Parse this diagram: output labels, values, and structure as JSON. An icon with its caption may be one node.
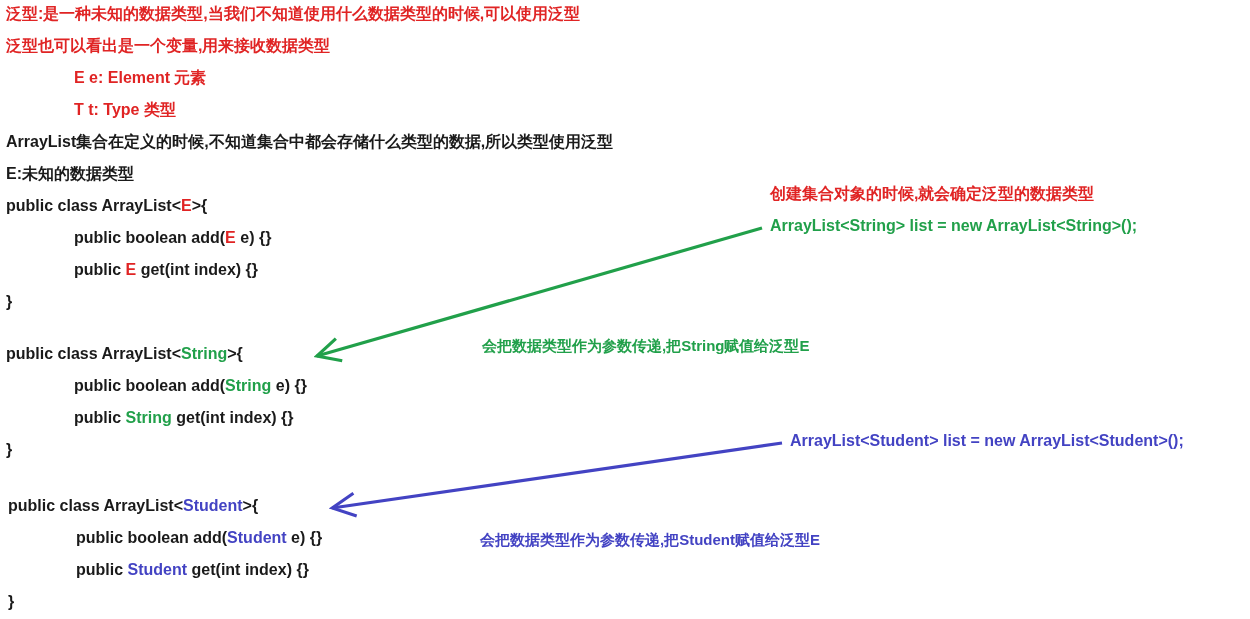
{
  "diagram": {
    "nodes": [
      {
        "text": [
          "创建集合对象的时候,就会确定泛型的数据类型",
          "ArrayList<String> list = new ArrayList<String>();"
        ]
      },
      {
        "text": [
          "public class ArrayList<String>{",
          "public boolean add(String e) {}",
          "public String get(int index) {}",
          "}"
        ]
      },
      {
        "text": [
          "ArrayList<Student> list = new ArrayList<Student>();"
        ]
      },
      {
        "text": [
          "public class ArrayList<Student>{",
          "public boolean add(Student e) {}",
          "public Student get(int index) {}",
          "}"
        ]
      }
    ],
    "edges": [
      {
        "from": 0,
        "to": 1,
        "arrow": "to",
        "label": "会把数据类型作为参数传递,把String赋值给泛型E",
        "color": "#21a04a"
      },
      {
        "from": 2,
        "to": 3,
        "arrow": "to",
        "label": "会把数据类型作为参数传递,把Student赋值给泛型E",
        "color": "#4343c3"
      }
    ],
    "labels": [
      "泛型:是一种未知的数据类型,当我们不知道使用什么数据类型的时候,可以使用泛型",
      "泛型也可以看出是一个变量,用来接收数据类型",
      "E e: Element 元素",
      "T t: Type 类型",
      "ArrayList集合在定义的时候,不知道集合中都会存储什么类型的数据,所以类型使用泛型",
      "E:未知的数据类型",
      "public class ArrayList<E>{",
      "public boolean add(E e) {}",
      "public E get(int index) {}",
      "}"
    ]
  }
}
